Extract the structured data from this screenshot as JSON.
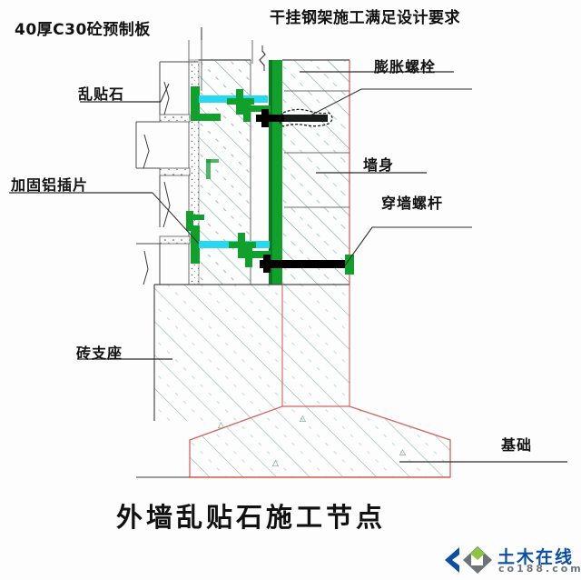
{
  "drawing": {
    "title": "外墙乱贴石施工节点",
    "labels": {
      "top_left": "40厚C30砼预制板",
      "top_right": "干挂钢架施工满足设计要求",
      "left_1": "乱贴石",
      "left_2": "加固铝插片",
      "left_3": "砖支座",
      "right_1": "膨胀螺栓",
      "right_2": "墙身",
      "right_3": "穿墙螺杆",
      "right_4": "基础"
    },
    "colors": {
      "steel_green": "#12a02c",
      "bracket_cyan": "#27d8f0",
      "bolt_black": "#000000",
      "wall_outline": "#d4635e",
      "hatch": "#6f9a93",
      "line": "#4a4a4a",
      "concrete_fill": "#fbfbfb"
    }
  },
  "watermark": {
    "brand_cn": "土木在线",
    "brand_en": "co188.com"
  }
}
